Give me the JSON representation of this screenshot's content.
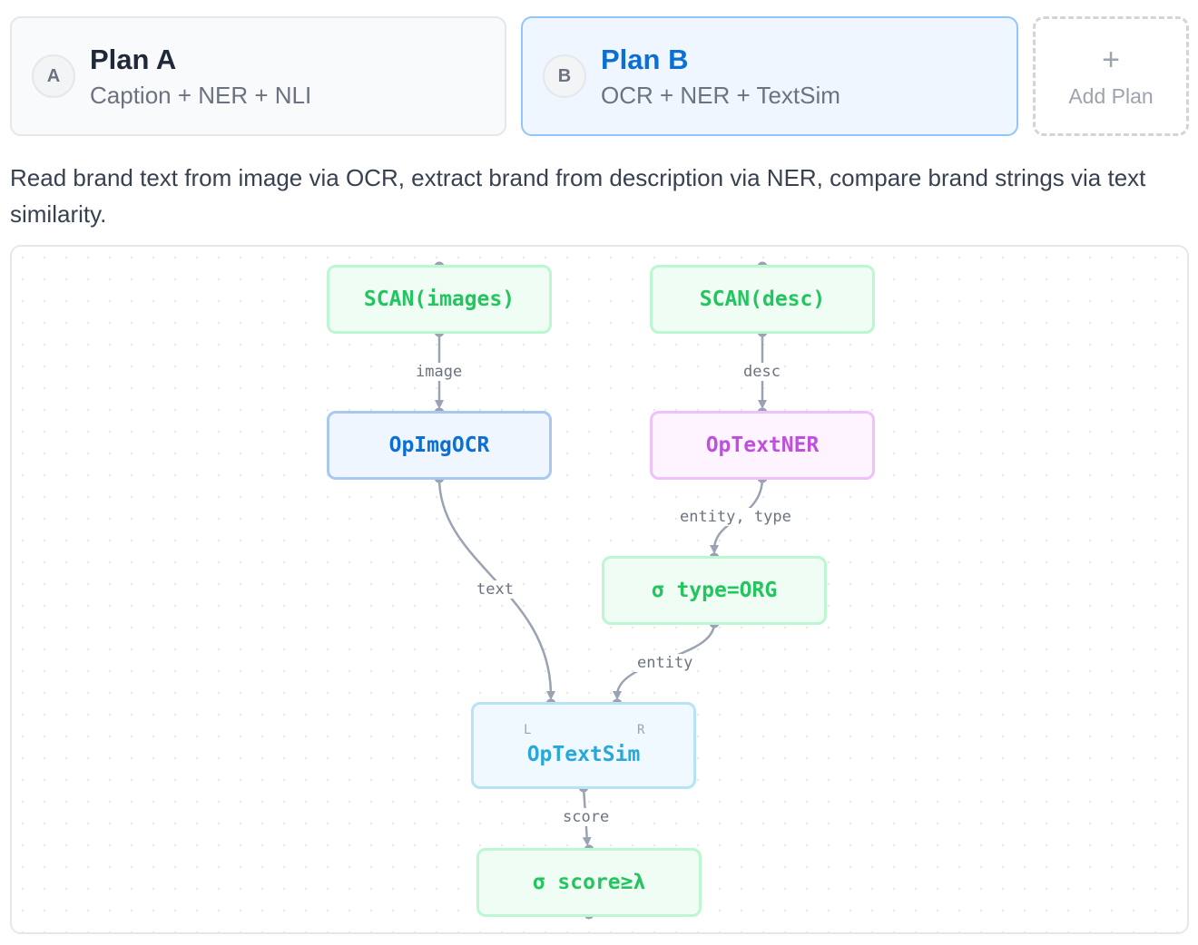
{
  "plans": [
    {
      "badge": "A",
      "name": "Plan A",
      "subtitle": "Caption + NER + NLI"
    },
    {
      "badge": "B",
      "name": "Plan B",
      "subtitle": "OCR + NER + TextSim"
    }
  ],
  "add_plan": {
    "icon": "+",
    "label": "Add Plan"
  },
  "description": "Read brand text from image via OCR, extract brand from description via NER, compare brand strings via text similarity.",
  "diagram": {
    "nodes": {
      "scan_images": "SCAN(images)",
      "scan_desc": "SCAN(desc)",
      "op_img_ocr": "OpImgOCR",
      "op_text_ner": "OpTextNER",
      "filter_org": "σ type=ORG",
      "op_text_sim": "OpTextSim",
      "filter_score": "σ score≥λ"
    },
    "ports": {
      "left": "L",
      "right": "R"
    },
    "edges": {
      "image": "image",
      "desc": "desc",
      "entity_type": "entity, type",
      "text": "text",
      "entity": "entity",
      "score": "score"
    }
  },
  "colors": {
    "scan": "#22c55e",
    "ocr": "#0b6fd3",
    "ner": "#c04fdf",
    "sim": "#28a8d8",
    "selected_plan_border": "#93c5fd",
    "edge": "#9aa3b2"
  }
}
